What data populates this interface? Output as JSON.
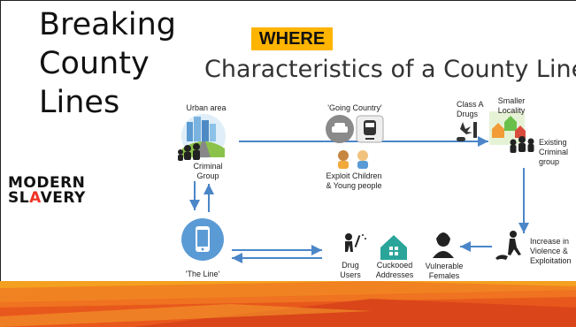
{
  "slide": {
    "title_lines": [
      "Breaking",
      "County",
      "Lines"
    ],
    "badge": "WHERE",
    "subtitle": "Characteristics of a County Line"
  },
  "logo": {
    "line1": "MODERN",
    "line2_before": "SL",
    "line2_mark": "A",
    "line2_after": "VERY"
  },
  "nodes": {
    "urban_area": "Urban area",
    "criminal_group": [
      "Criminal",
      "Group"
    ],
    "going_country": "'Going Country'",
    "exploit": [
      "Exploit Children",
      "& Young people"
    ],
    "class_a": [
      "Class A",
      "Drugs"
    ],
    "smaller_locality": [
      "Smaller",
      "Locality"
    ],
    "existing_group": [
      "Existing",
      "Criminal",
      "group"
    ],
    "increase": [
      "Increase in",
      "Violence &",
      "Exploitation"
    ],
    "vulnerable": [
      "Vulnerable",
      "Females"
    ],
    "cuckooed": [
      "Cuckooed",
      "Addresses"
    ],
    "drug_users": [
      "Drug",
      "Users"
    ],
    "the_line": "'The Line'"
  },
  "colors": {
    "arrow": "#4a86c8",
    "badge": "#ffb400",
    "phone_circle": "#5b9bd5",
    "band_orange": "#e8581c",
    "band_yellow": "#f4a020"
  },
  "icons": [
    "city-icon",
    "people-icon",
    "car-icon",
    "train-icon",
    "children-icon",
    "drugs-icon",
    "houses-icon",
    "phone-icon",
    "drug-user-icon",
    "house-icon",
    "female-icon",
    "violence-icon"
  ]
}
